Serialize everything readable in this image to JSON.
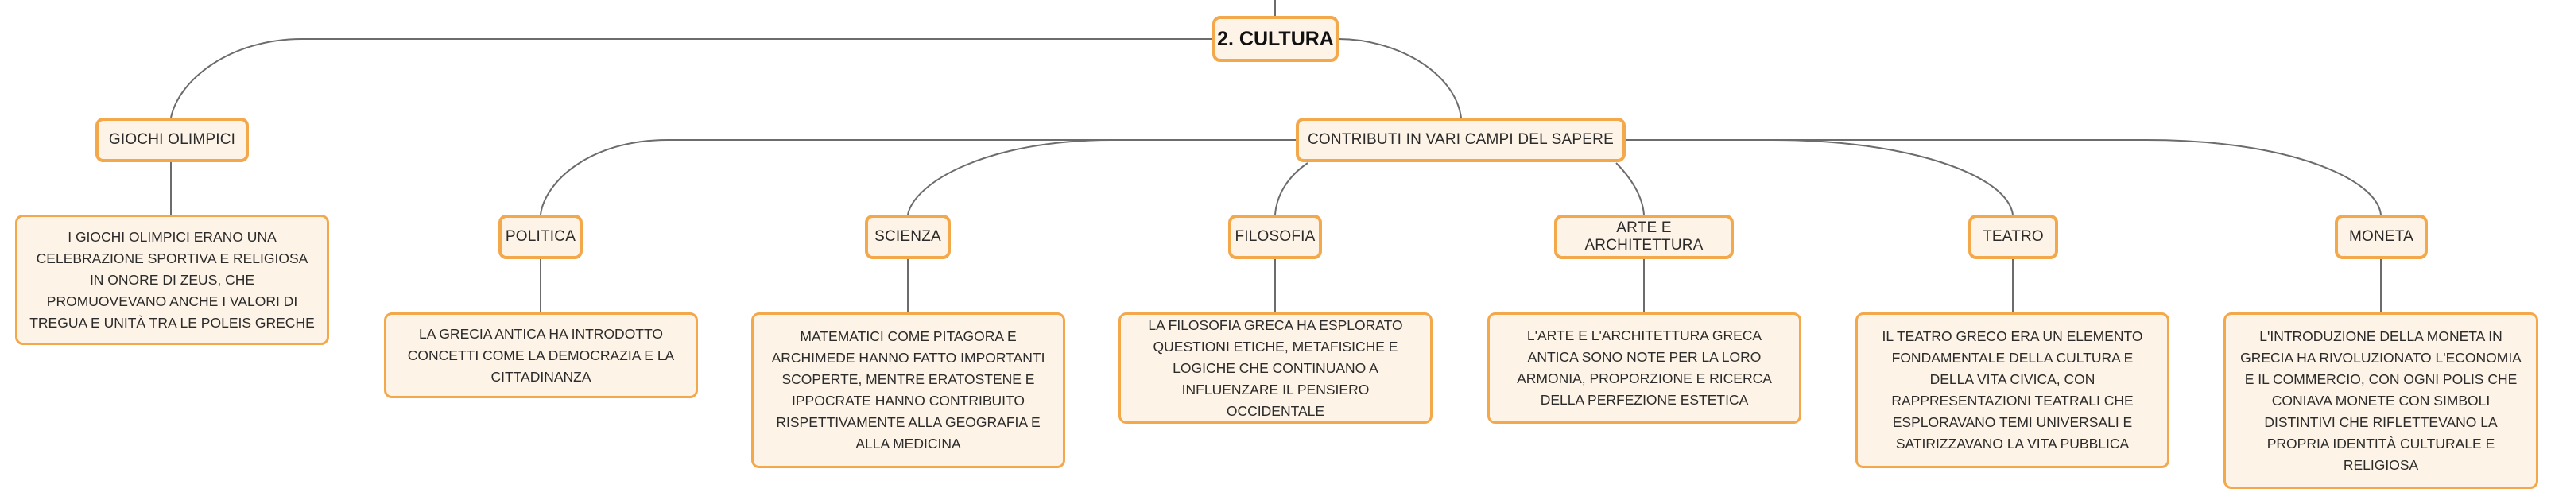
{
  "colors": {
    "node_fill": "#fdf3e7",
    "node_border": "#f3a84b",
    "edge": "#6c6c6c"
  },
  "root": {
    "label": "2. CULTURA"
  },
  "giochi": {
    "label": "GIOCHI OLIMPICI",
    "description": "I GIOCHI OLIMPICI ERANO UNA CELEBRAZIONE SPORTIVA E RELIGIOSA IN ONORE DI ZEUS, CHE PROMUOVEVANO ANCHE I VALORI DI TREGUA E UNITÀ TRA LE POLEIS GRECHE"
  },
  "contributi": {
    "label": "CONTRIBUTI IN VARI CAMPI DEL SAPERE"
  },
  "topics": [
    {
      "label": "POLITICA",
      "description": "LA GRECIA ANTICA HA INTRODOTTO CONCETTI COME LA DEMOCRAZIA E LA CITTADINANZA"
    },
    {
      "label": "SCIENZA",
      "description": "MATEMATICI COME PITAGORA E ARCHIMEDE HANNO FATTO IMPORTANTI SCOPERTE, MENTRE ERATOSTENE E IPPOCRATE HANNO CONTRIBUITO RISPETTIVAMENTE ALLA GEOGRAFIA E ALLA MEDICINA"
    },
    {
      "label": "FILOSOFIA",
      "description": "LA FILOSOFIA GRECA HA ESPLORATO QUESTIONI ETICHE, METAFISICHE E LOGICHE CHE CONTINUANO A INFLUENZARE IL PENSIERO OCCIDENTALE"
    },
    {
      "label": "ARTE E ARCHITETTURA",
      "description": "L'ARTE E L'ARCHITETTURA GRECA ANTICA SONO NOTE PER LA LORO ARMONIA, PROPORZIONE E RICERCA DELLA PERFEZIONE ESTETICA"
    },
    {
      "label": "TEATRO",
      "description": "IL TEATRO GRECO ERA UN ELEMENTO FONDAMENTALE DELLA CULTURA E DELLA VITA CIVICA, CON RAPPRESENTAZIONI TEATRALI CHE ESPLORAVANO TEMI UNIVERSALI E SATIRIZZAVANO LA VITA PUBBLICA"
    },
    {
      "label": "MONETA",
      "description": "L'INTRODUZIONE DELLA MONETA IN GRECIA HA RIVOLUZIONATO L'ECONOMIA E IL COMMERCIO, CON OGNI POLIS CHE CONIAVA MONETE CON SIMBOLI DISTINTIVI CHE RIFLETTEVANO LA PROPRIA IDENTITÀ CULTURALE E RELIGIOSA"
    }
  ]
}
